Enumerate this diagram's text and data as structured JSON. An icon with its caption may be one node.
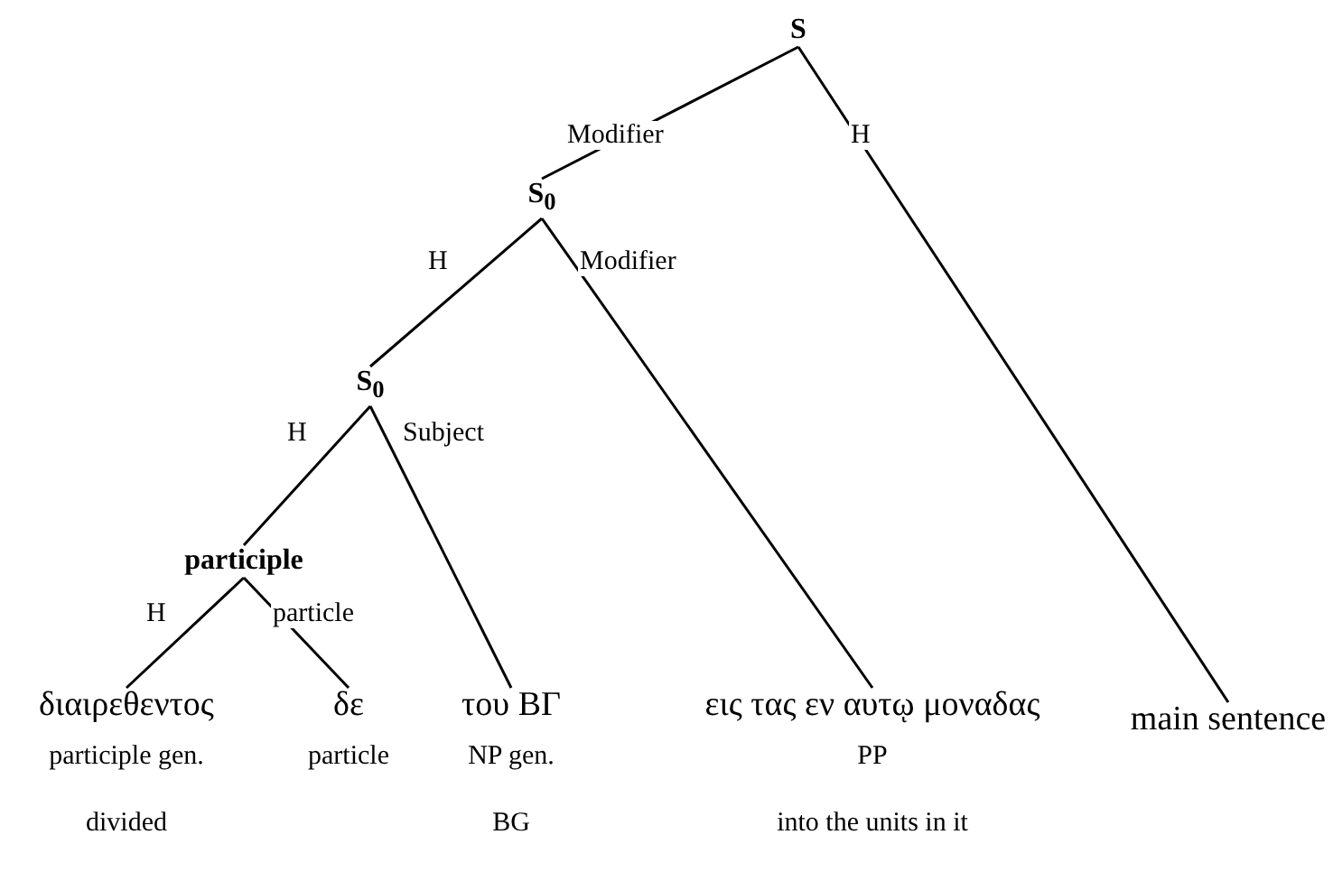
{
  "diagram": {
    "nodes": [
      {
        "text": [
          "S"
        ]
      },
      {
        "text": [
          "S$_{0}$"
        ]
      },
      {
        "text": [
          "S$_{0}$"
        ]
      },
      {
        "text": [
          "participle"
        ]
      },
      {
        "text": [
          "διαιρεθεντος",
          "participle gen.",
          "divided"
        ]
      },
      {
        "text": [
          "δε",
          "particle"
        ]
      },
      {
        "text": [
          "του ΒΓ",
          "NP gen.",
          "BG"
        ]
      },
      {
        "text": [
          "εις τας εν αυτῳ μοναδας",
          "PP",
          "into the units in it"
        ]
      },
      {
        "text": [
          "main sentence"
        ]
      }
    ],
    "edges": [
      {
        "from": 0,
        "to": 1,
        "arrow": "none",
        "label": "Modifier"
      },
      {
        "from": 0,
        "to": 8,
        "arrow": "none",
        "label": "H"
      },
      {
        "from": 1,
        "to": 2,
        "arrow": "none",
        "label": "H"
      },
      {
        "from": 1,
        "to": 7,
        "arrow": "none",
        "label": "Modifier"
      },
      {
        "from": 2,
        "to": 3,
        "arrow": "none",
        "label": "H"
      },
      {
        "from": 2,
        "to": 6,
        "arrow": "none",
        "label": "Subject"
      },
      {
        "from": 3,
        "to": 4,
        "arrow": "none",
        "label": "H"
      },
      {
        "from": 3,
        "to": 5,
        "arrow": "none",
        "label": "particle"
      }
    ]
  }
}
